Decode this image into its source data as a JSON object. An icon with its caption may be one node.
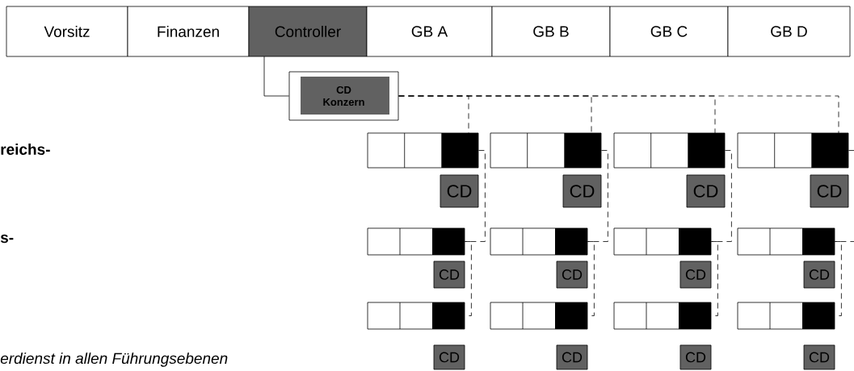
{
  "diagram": {
    "nodes": [
      {
        "text": [
          "Vorsitz"
        ]
      },
      {
        "text": [
          "Finanzen"
        ]
      },
      {
        "text": [
          "Controller"
        ]
      },
      {
        "text": [
          "GB A"
        ]
      },
      {
        "text": [
          "GB B"
        ]
      },
      {
        "text": [
          "GB C"
        ]
      },
      {
        "text": [
          "GB D"
        ]
      },
      {
        "text": [
          "CD Konzern"
        ]
      },
      {
        "text": [],
        "shape": "box"
      },
      {
        "text": [],
        "shape": "box"
      },
      {
        "text": [],
        "shape": "box"
      },
      {
        "text": [],
        "shape": "box"
      },
      {
        "text": [
          "CD"
        ]
      },
      {
        "text": [
          "CD"
        ]
      },
      {
        "text": [
          "CD"
        ]
      },
      {
        "text": [
          "CD"
        ]
      },
      {
        "text": [],
        "shape": "box"
      },
      {
        "text": [],
        "shape": "box"
      },
      {
        "text": [],
        "shape": "box"
      },
      {
        "text": [],
        "shape": "box"
      },
      {
        "text": [
          "CD"
        ]
      },
      {
        "text": [
          "CD"
        ]
      },
      {
        "text": [
          "CD"
        ]
      },
      {
        "text": [
          "CD"
        ]
      },
      {
        "text": [],
        "shape": "box"
      },
      {
        "text": [],
        "shape": "box"
      },
      {
        "text": [],
        "shape": "box"
      },
      {
        "text": [],
        "shape": "box"
      },
      {
        "text": [
          "CD"
        ]
      },
      {
        "text": [
          "CD"
        ]
      },
      {
        "text": [
          "CD"
        ]
      },
      {
        "text": [
          "CD"
        ]
      }
    ],
    "edges": [
      {
        "from": 2,
        "to": 7,
        "arrow": "none"
      },
      {
        "from": 7,
        "to": 8,
        "arrow": "none",
        "style": "dashed"
      },
      {
        "from": 7,
        "to": 9,
        "arrow": "none",
        "style": "dashed"
      },
      {
        "from": 7,
        "to": 10,
        "arrow": "none",
        "style": "dashed"
      },
      {
        "from": 7,
        "to": 11,
        "arrow": "none",
        "style": "dashed"
      },
      {
        "from": 8,
        "to": 16,
        "arrow": "none",
        "style": "dashed"
      },
      {
        "from": 9,
        "to": 17,
        "arrow": "none",
        "style": "dashed"
      },
      {
        "from": 10,
        "to": 18,
        "arrow": "none",
        "style": "dashed"
      },
      {
        "from": 11,
        "to": 19,
        "arrow": "none",
        "style": "dashed"
      },
      {
        "from": 16,
        "to": 24,
        "arrow": "none",
        "style": "dashed"
      },
      {
        "from": 17,
        "to": 25,
        "arrow": "none",
        "style": "dashed"
      },
      {
        "from": 18,
        "to": 26,
        "arrow": "none",
        "style": "dashed"
      },
      {
        "from": 19,
        "to": 27,
        "arrow": "none",
        "style": "dashed"
      }
    ],
    "labels": [
      "reichs-",
      "s-",
      "erdienst in allen Führungsebenen"
    ]
  }
}
